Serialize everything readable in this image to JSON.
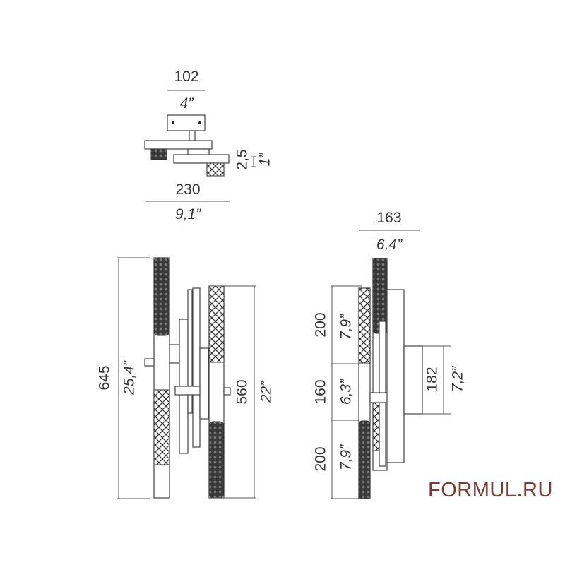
{
  "top_view": {
    "width_mm": "102",
    "width_in": "4”",
    "depth_mm": "230",
    "depth_in": "9,1”",
    "thickness_mm": "2,5",
    "thickness_in": "1”"
  },
  "front_view": {
    "total_height_mm": "645",
    "total_height_in": "25,4”",
    "body_height_mm": "560",
    "body_height_in": "22”"
  },
  "side_view": {
    "width_mm": "163",
    "width_in": "6,4”",
    "upper_segment_mm": "200",
    "upper_segment_in": "7,9”",
    "middle_segment_mm": "160",
    "middle_segment_in": "6,3”",
    "lower_segment_mm": "200",
    "lower_segment_in": "7,9”",
    "plate_height_mm": "182",
    "plate_height_in": "7,2”"
  },
  "brand": {
    "text": "FORMUL.RU",
    "color": "#7a3b34"
  }
}
